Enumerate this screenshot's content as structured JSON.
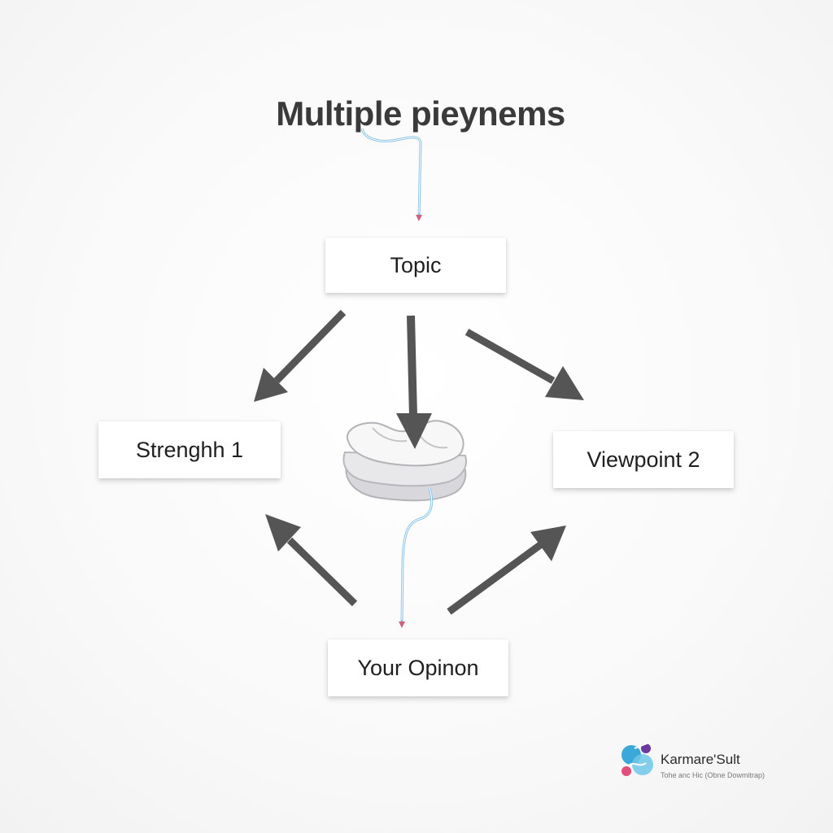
{
  "diagram": {
    "title": "Multiple pieynems",
    "nodes": {
      "topic": "Topic",
      "left": "Strenghh 1",
      "right": "Viewpoint 2",
      "bottom": "Your Opinon"
    },
    "edges": [
      {
        "from": "title",
        "to": "topic",
        "style": "thin-blue"
      },
      {
        "from": "topic",
        "to": "left",
        "style": "thick-gray"
      },
      {
        "from": "topic",
        "to": "center",
        "style": "thick-gray"
      },
      {
        "from": "topic",
        "to": "right",
        "style": "thick-gray"
      },
      {
        "from": "center",
        "to": "bottom",
        "style": "thin-blue"
      },
      {
        "from": "bottom",
        "to": "left",
        "style": "thick-gray"
      },
      {
        "from": "bottom",
        "to": "right",
        "style": "thick-gray"
      }
    ],
    "colors": {
      "arrow": "#555555",
      "thin_line": "#8cc4e6",
      "thin_head": "#d0607e",
      "box_fill": "#ffffff",
      "text": "#1f1f1f"
    },
    "center_icon": "folded-cloth-icon"
  },
  "logo": {
    "name": "Karmare'Sult",
    "tagline": "Tohe anc Hic (Obne Dowmitrap)",
    "icon": "brand-logo-icon"
  }
}
